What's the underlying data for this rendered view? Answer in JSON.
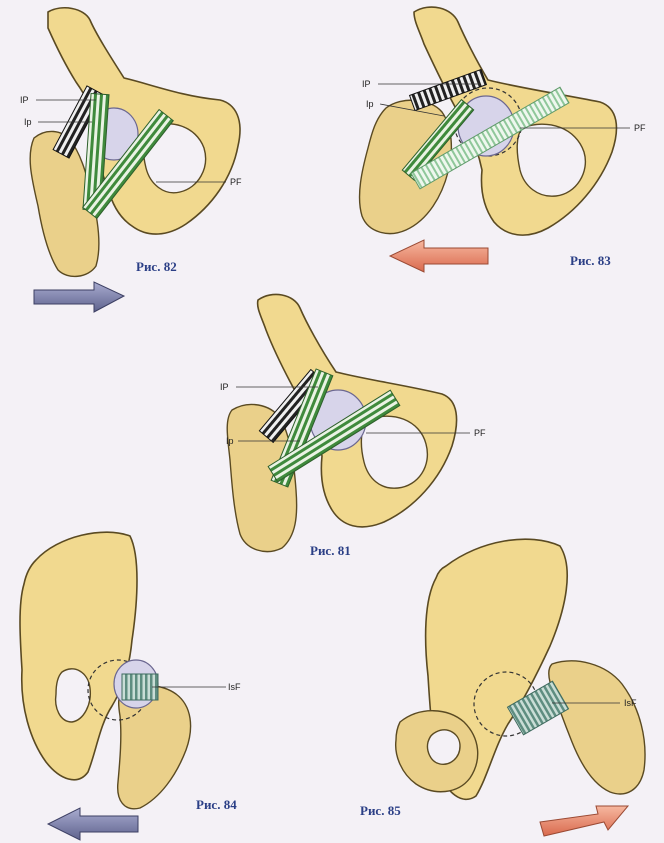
{
  "colors": {
    "background": "#f4f1f6",
    "bone": "#f1d98f",
    "caption": "#2b3f86",
    "ligament_green": "#3f8a3c",
    "ligament_light": "#a8d5b0",
    "ligament_black": "#222222",
    "arrow_blue": "#7b7fa6",
    "arrow_orange": "#e88a6e"
  },
  "figures": {
    "fig82": {
      "caption": "Рис. 82",
      "labels": {
        "ip_upper": "IP",
        "ip_lower": "Ip",
        "pf": "PF"
      },
      "arrow_direction": "right",
      "arrow_color": "blue"
    },
    "fig83": {
      "caption": "Рис. 83",
      "labels": {
        "ip_upper": "IP",
        "ip_lower": "Ip",
        "pf": "PF"
      },
      "arrow_direction": "left",
      "arrow_color": "orange"
    },
    "fig81": {
      "caption": "Рис. 81",
      "labels": {
        "ip_upper": "IP",
        "ip_lower": "Ip",
        "pf": "PF"
      }
    },
    "fig84": {
      "caption": "Рис. 84",
      "labels": {
        "isf": "IsF"
      },
      "arrow_direction": "left",
      "arrow_color": "blue"
    },
    "fig85": {
      "caption": "Рис. 85",
      "labels": {
        "isf": "IsF"
      },
      "arrow_direction": "right",
      "arrow_color": "orange"
    }
  }
}
